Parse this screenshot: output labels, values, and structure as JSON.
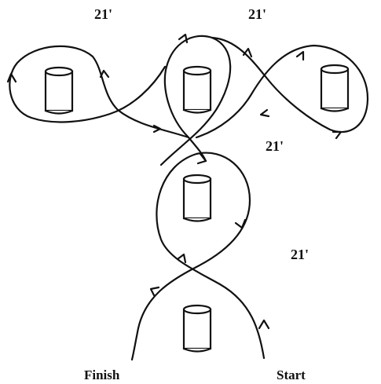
{
  "distances": {
    "top_left": "21'",
    "top_right": "21'",
    "middle_right": "21'",
    "lower_right": "21'"
  },
  "endpoints": {
    "finish": "Finish",
    "start": "Start"
  },
  "barrels": [
    {
      "position": "left"
    },
    {
      "position": "top-center"
    },
    {
      "position": "right"
    },
    {
      "position": "middle"
    },
    {
      "position": "bottom"
    }
  ],
  "colors": {
    "line": "#111111",
    "background": "#ffffff"
  }
}
